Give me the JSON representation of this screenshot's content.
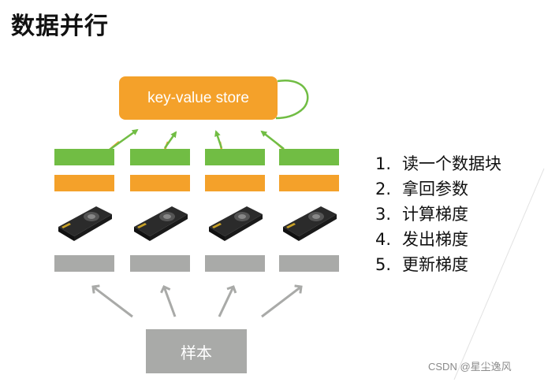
{
  "title": "数据并行",
  "store": {
    "label": "key-value store"
  },
  "workers": [
    {
      "id": 1
    },
    {
      "id": 2
    },
    {
      "id": 3
    },
    {
      "id": 4
    }
  ],
  "sample": {
    "label": "样本"
  },
  "steps": [
    {
      "num": "1.",
      "text": "读一个数据块"
    },
    {
      "num": "2.",
      "text": "拿回参数"
    },
    {
      "num": "3.",
      "text": "计算梯度"
    },
    {
      "num": "4.",
      "text": "发出梯度"
    },
    {
      "num": "5.",
      "text": "更新梯度"
    }
  ],
  "watermark": "CSDN @星尘逸风",
  "colors": {
    "accent_orange": "#f4a12a",
    "gradient_green": "#71bd44",
    "sample_gray": "#a9aaa8"
  },
  "icons": [
    "gpu-card-icon"
  ]
}
